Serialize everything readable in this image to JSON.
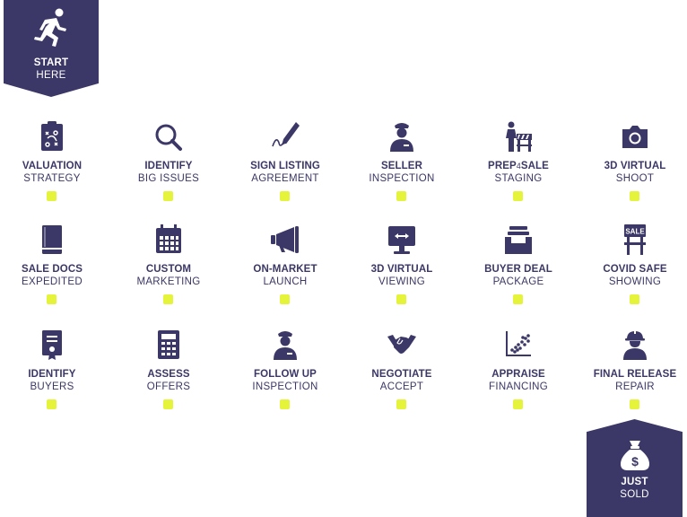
{
  "colors": {
    "primary": "#3b3766",
    "check": "#e5f43a",
    "background": "#ffffff"
  },
  "start": {
    "line1": "START",
    "line2": "HERE",
    "icon": "running-person-icon"
  },
  "end": {
    "line1": "JUST",
    "line2": "SOLD",
    "icon": "money-bag-icon"
  },
  "steps": [
    {
      "line1": "VALUATION",
      "line2": "STRATEGY",
      "icon": "clipboard-strategy-icon"
    },
    {
      "line1": "IDENTIFY",
      "line2": "BIG ISSUES",
      "icon": "magnifier-icon"
    },
    {
      "line1": "SIGN LISTING",
      "line2": "AGREEMENT",
      "icon": "pen-signature-icon"
    },
    {
      "line1": "SELLER",
      "line2": "INSPECTION",
      "icon": "inspector-icon"
    },
    {
      "line1_a": "PREP",
      "line1_b": "4",
      "line1_c": "SALE",
      "line2": "STAGING",
      "icon": "stager-icon"
    },
    {
      "line1": "3D VIRTUAL",
      "line2": "SHOOT",
      "icon": "camera-icon"
    },
    {
      "line1": "SALE DOCS",
      "line2": "EXPEDITED",
      "icon": "document-book-icon"
    },
    {
      "line1": "CUSTOM",
      "line2": "MARKETING",
      "icon": "calendar-icon"
    },
    {
      "line1": "ON-MARKET",
      "line2": "LAUNCH",
      "icon": "megaphone-icon"
    },
    {
      "line1": "3D VIRTUAL",
      "line2": "VIEWING",
      "icon": "monitor-icon"
    },
    {
      "line1": "BUYER DEAL",
      "line2": "PACKAGE",
      "icon": "inbox-tray-icon"
    },
    {
      "line1": "COVID SAFE",
      "line2": "SHOWING",
      "icon": "sale-sign-icon",
      "sign_text": "SALE"
    },
    {
      "line1": "IDENTIFY",
      "line2": "BUYERS",
      "icon": "certificate-icon"
    },
    {
      "line1": "ASSESS",
      "line2": "OFFERS",
      "icon": "calculator-icon"
    },
    {
      "line1": "FOLLOW UP",
      "line2": "INSPECTION",
      "icon": "inspector-icon"
    },
    {
      "line1": "NEGOTIATE",
      "line2": "ACCEPT",
      "icon": "handshake-icon"
    },
    {
      "line1": "APPRAISE",
      "line2": "FINANCING",
      "icon": "scatter-chart-icon"
    },
    {
      "line1": "FINAL RELEASE",
      "line2": "REPAIR",
      "icon": "worker-hardhat-icon"
    }
  ]
}
